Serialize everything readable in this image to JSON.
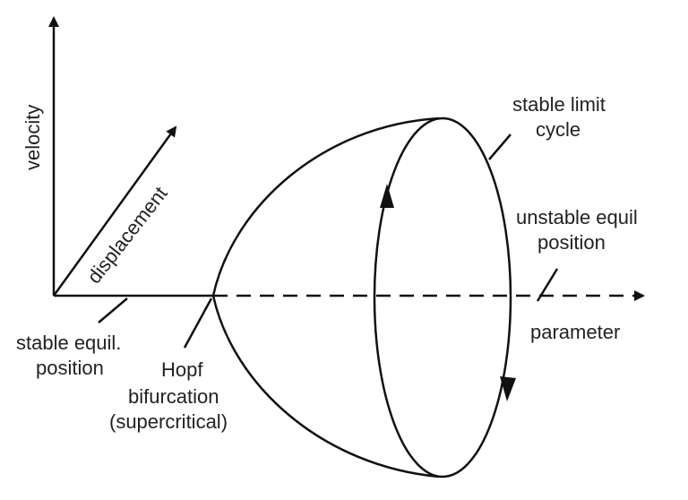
{
  "axes": {
    "velocity": "velocity",
    "displacement": "displacement",
    "parameter": "parameter"
  },
  "labels": {
    "stable_limit_cycle": [
      "stable limit",
      "cycle"
    ],
    "unstable_equil": [
      "unstable equil",
      "position"
    ],
    "stable_equil": [
      "stable equil.",
      "position"
    ],
    "hopf": [
      "Hopf",
      "bifurcation",
      "(supercritical)"
    ]
  }
}
